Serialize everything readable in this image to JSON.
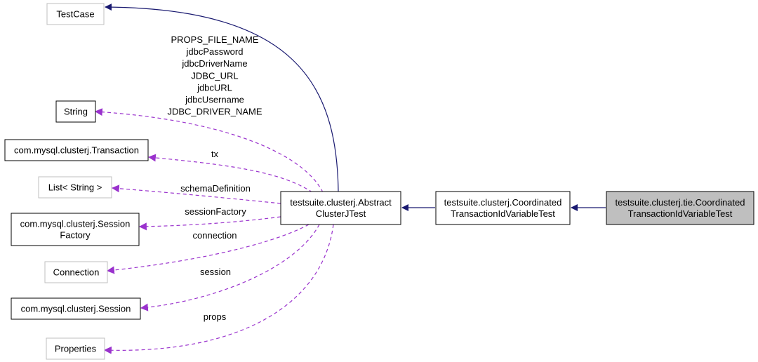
{
  "colors": {
    "inheritance_edge": "#191970",
    "usage_edge": "#9a32cd",
    "node_border": "#000000",
    "external_node_border": "#bfbfbf",
    "highlight_fill": "#bfbfbf",
    "node_fill": "#ffffff"
  },
  "nodes": {
    "testcase": {
      "lines": [
        "TestCase"
      ]
    },
    "string": {
      "lines": [
        "String"
      ]
    },
    "transaction": {
      "lines": [
        "com.mysql.clusterj.Transaction"
      ]
    },
    "list_string": {
      "lines": [
        "List< String >"
      ]
    },
    "session_factory": {
      "lines": [
        "com.mysql.clusterj.Session",
        "Factory"
      ]
    },
    "connection": {
      "lines": [
        "Connection"
      ]
    },
    "session": {
      "lines": [
        "com.mysql.clusterj.Session"
      ]
    },
    "properties": {
      "lines": [
        "Properties"
      ]
    },
    "abstract": {
      "lines": [
        "testsuite.clusterj.Abstract",
        "ClusterJTest"
      ]
    },
    "coordinated": {
      "lines": [
        "testsuite.clusterj.Coordinated",
        "TransactionIdVariableTest"
      ]
    },
    "tie_coordinated": {
      "lines": [
        "testsuite.clusterj.tie.Coordinated",
        "TransactionIdVariableTest"
      ]
    }
  },
  "edge_labels": {
    "string_fields": [
      "PROPS_FILE_NAME",
      "jdbcPassword",
      "jdbcDriverName",
      "JDBC_URL",
      "jdbcURL",
      "jdbcUsername",
      "JDBC_DRIVER_NAME"
    ],
    "tx": "tx",
    "schema_definition": "schemaDefinition",
    "session_factory": "sessionFactory",
    "connection": "connection",
    "session": "session",
    "props": "props"
  }
}
